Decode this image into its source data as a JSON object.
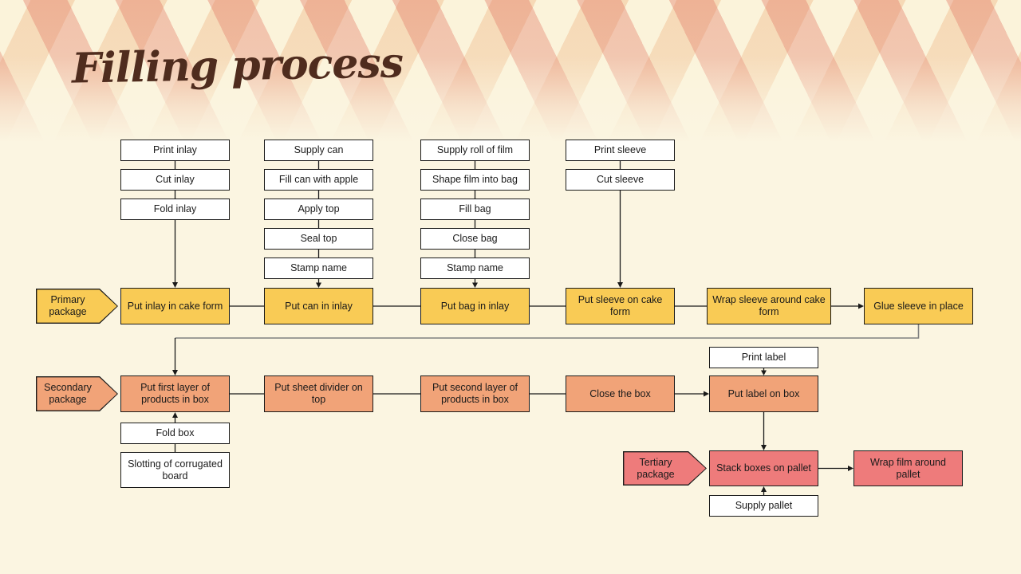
{
  "title": "Filling process",
  "colors": {
    "background": "#FBF5E1",
    "primary_fill": "#F9CB55",
    "secondary_fill": "#F1A378",
    "tertiary_fill": "#EE7B7B",
    "box_fill": "#FFFFFF",
    "line": "#1a1a1a",
    "title_text": "#4F2C1E"
  },
  "flow": {
    "inlay_prep": [
      "Print inlay",
      "Cut inlay",
      "Fold inlay"
    ],
    "can_prep": [
      "Supply can",
      "Fill can with apple",
      "Apply top",
      "Seal top",
      "Stamp name"
    ],
    "film_prep": [
      "Supply roll of film",
      "Shape film into bag",
      "Fill bag",
      "Close bag",
      "Stamp name"
    ],
    "sleeve_prep": [
      "Print sleeve",
      "Cut sleeve"
    ],
    "primary": {
      "tag": "Primary package",
      "steps": [
        "Put inlay in cake form",
        "Put can in inlay",
        "Put bag in inlay",
        "Put sleeve on cake form",
        "Wrap sleeve around cake form",
        "Glue sleeve in place"
      ]
    },
    "secondary": {
      "tag": "Secondary package",
      "steps": [
        "Put first layer of products in box",
        "Put sheet divider on top",
        "Put second layer of products in box",
        "Close the box",
        "Put label on box"
      ],
      "inputs": [
        "Print label",
        "Fold box",
        "Slotting of corrugated board"
      ]
    },
    "tertiary": {
      "tag": "Tertiary package",
      "steps": [
        "Stack boxes on pallet",
        "Wrap film around pallet"
      ],
      "inputs": [
        "Supply pallet"
      ]
    }
  }
}
